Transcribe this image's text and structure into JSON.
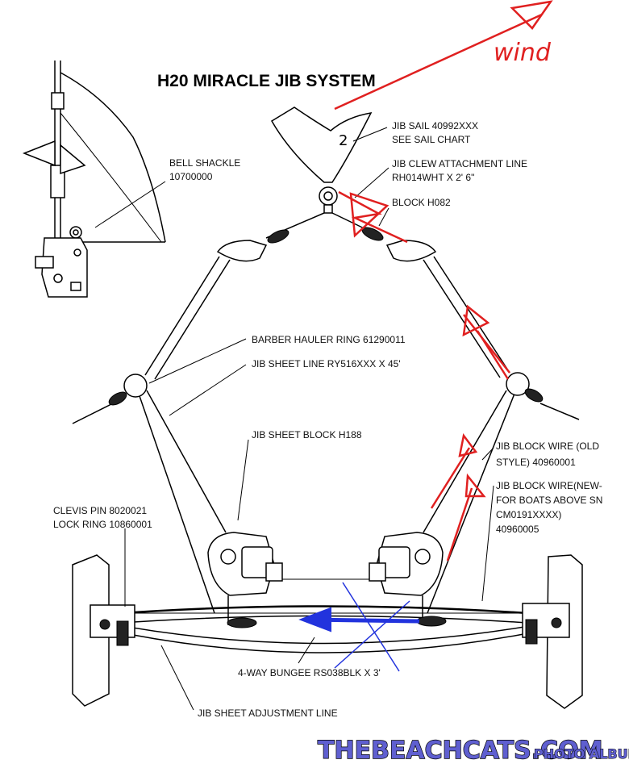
{
  "title": "H20 MIRACLE JIB SYSTEM",
  "annotation": {
    "text": "wind",
    "color": "#e02020"
  },
  "sail_number": "2",
  "labels": {
    "jib_sail_1": "JIB SAIL  40992XXX",
    "jib_sail_2": "SEE SAIL CHART",
    "clew_line_1": "JIB CLEW ATTACHMENT LINE",
    "clew_line_2": "RH014WHT X 2' 6\"",
    "block": "BLOCK  H082",
    "bell_shackle_1": "BELL SHACKLE",
    "bell_shackle_2": "10700000",
    "barber_ring": "BARBER HAULER RING  61290011",
    "jib_sheet_line": "JIB SHEET LINE  RY516XXX X 45'",
    "jib_sheet_block": "JIB SHEET BLOCK  H188",
    "block_wire_old_1": "JIB BLOCK WIRE (OLD",
    "block_wire_old_2": "STYLE)  40960001",
    "block_wire_new_1": "JIB BLOCK WIRE(NEW-",
    "block_wire_new_2": "FOR BOATS ABOVE SN",
    "block_wire_new_3": "CM0191XXXX)",
    "block_wire_new_4": "40960005",
    "clevis_pin_1": "CLEVIS PIN  8020021",
    "clevis_pin_2": "LOCK RING  10860001",
    "bungee": "4-WAY BUNGEE  RS038BLK X 3'",
    "adjustment_line": "JIB SHEET ADJUSTMENT LINE"
  },
  "watermark": {
    "main": "THEBEACHCATS.COM",
    "sub": "PHOTO ALBUMS",
    "color": "#5f5fd0"
  },
  "colors": {
    "ink": "#000000",
    "red_markup": "#e02020",
    "blue_markup": "#2233dd"
  }
}
